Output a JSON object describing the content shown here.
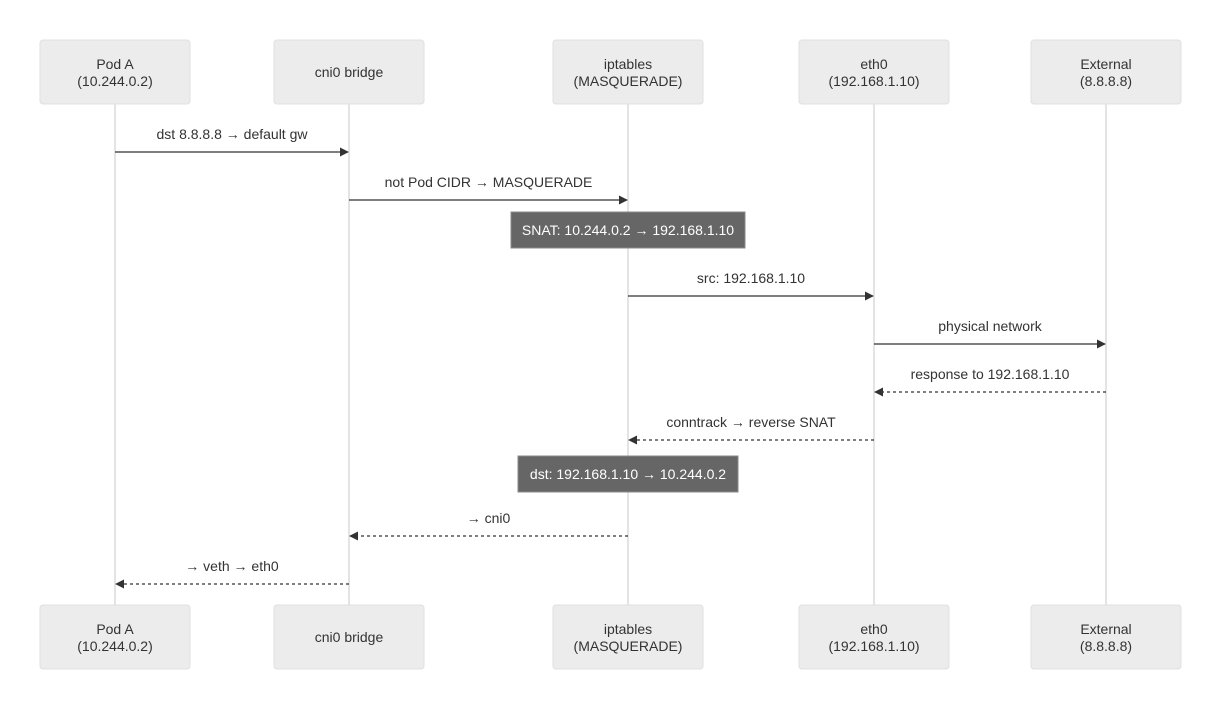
{
  "participants": [
    {
      "id": "pod",
      "name": "Pod A",
      "detail": "(10.244.0.2)"
    },
    {
      "id": "cni",
      "name": "cni0 bridge",
      "detail": ""
    },
    {
      "id": "ipt",
      "name": "iptables",
      "detail": "(MASQUERADE)"
    },
    {
      "id": "eth",
      "name": "eth0",
      "detail": "(192.168.1.10)"
    },
    {
      "id": "ext",
      "name": "External",
      "detail": "(8.8.8.8)"
    }
  ],
  "steps": [
    {
      "kind": "message",
      "from": "pod",
      "to": "cni",
      "label": "dst 8.8.8.8 → default gw",
      "style": "solid"
    },
    {
      "kind": "message",
      "from": "cni",
      "to": "ipt",
      "label": "not Pod CIDR → MASQUERADE",
      "style": "solid"
    },
    {
      "kind": "note",
      "over": "ipt",
      "label": "SNAT: 10.244.0.2 → 192.168.1.10"
    },
    {
      "kind": "message",
      "from": "ipt",
      "to": "eth",
      "label": "src: 192.168.1.10",
      "style": "solid"
    },
    {
      "kind": "message",
      "from": "eth",
      "to": "ext",
      "label": "physical network",
      "style": "solid"
    },
    {
      "kind": "message",
      "from": "ext",
      "to": "eth",
      "label": "response to 192.168.1.10",
      "style": "dashed"
    },
    {
      "kind": "message",
      "from": "eth",
      "to": "ipt",
      "label": "conntrack → reverse SNAT",
      "style": "dashed"
    },
    {
      "kind": "note",
      "over": "ipt",
      "label": "dst: 192.168.1.10 → 10.244.0.2"
    },
    {
      "kind": "message",
      "from": "ipt",
      "to": "cni",
      "label": "→ cni0",
      "style": "dashed"
    },
    {
      "kind": "message",
      "from": "cni",
      "to": "pod",
      "label": "→ veth → eth0",
      "style": "dashed"
    }
  ],
  "colors": {
    "box_fill": "#ececec",
    "note_fill": "#666666",
    "line": "#333333",
    "lifeline": "#c8c8c8"
  }
}
